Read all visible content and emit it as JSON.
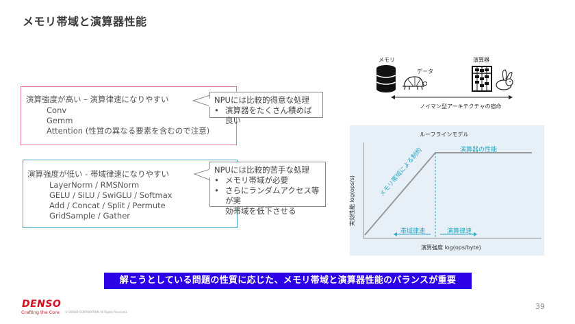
{
  "slide": {
    "title": "メモリ帯域と演算器性能",
    "page_number": "39"
  },
  "compute_box": {
    "heading": "演算強度が高い – 演算律速になりやすい",
    "items": [
      "Conv",
      "Gemm",
      "Attention (性質の異なる要素を含むので注意)"
    ]
  },
  "compute_callout": {
    "heading": "NPUには比較的得意な処理",
    "bullets": [
      "演算器をたくさん積めば良い"
    ]
  },
  "memory_box": {
    "heading": "演算強度が低い - 帯域律速になりやすい",
    "items": [
      "LayerNorm / RMSNorm",
      "GELU / SiLU / SwiGLU / Softmax",
      "Add / Concat / Split / Permute",
      "GridSample / Gather"
    ]
  },
  "memory_callout": {
    "heading": "NPUには比較的苦手な処理",
    "bullets": [
      "メモリ帯域が必要",
      "さらにランダムアクセス等が実",
      "効帯域を低下させる"
    ]
  },
  "neumann_diagram": {
    "memory_label": "メモリ",
    "data_label": "データ",
    "compute_label": "演算器",
    "caption": "ノイマン型アーキテクチャの宿命"
  },
  "roofline": {
    "title": "ルーフラインモデル",
    "compute_limit_label": "演算器の性能",
    "bandwidth_limit_label": "メモリ帯域による制約",
    "bandwidth_bound_label": "帯域律速",
    "compute_bound_label": "演算律速",
    "xlabel": "演算強度 log(ops/byte)",
    "ylabel": "実効性能 log(ops/s)"
  },
  "banner": {
    "text": "解こうとしている問題の性質に応じた、メモリ帯域と演算器性能のバランスが重要"
  },
  "footer": {
    "logo": "DENSO",
    "tagline": "Crafting the Core",
    "copyright": "© DENSO CORPORATION All Rights Reserved."
  },
  "colors": {
    "pink": "#e07a97",
    "blue": "#4ba3cc",
    "teal": "#2aa9c9",
    "banner": "#2b00e6",
    "logo": "#d40f1f"
  }
}
